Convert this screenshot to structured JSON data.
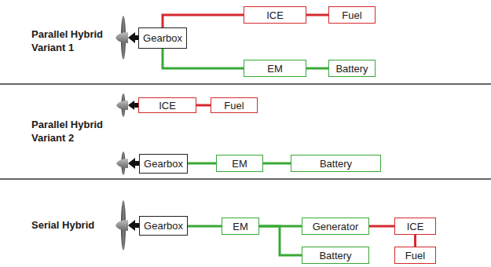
{
  "diagram": {
    "nodes": [
      {
        "text": [
          "ICE"
        ]
      },
      {
        "text": [
          "Fuel"
        ]
      },
      {
        "text": [
          "Gearbox"
        ]
      },
      {
        "text": [
          "EM"
        ]
      },
      {
        "text": [
          "Battery"
        ]
      },
      {
        "text": [
          "ICE"
        ]
      },
      {
        "text": [
          "Fuel"
        ]
      },
      {
        "text": [
          "Gearbox"
        ]
      },
      {
        "text": [
          "EM"
        ]
      },
      {
        "text": [
          "Battery"
        ]
      },
      {
        "text": [
          "Gearbox"
        ]
      },
      {
        "text": [
          "EM"
        ]
      },
      {
        "text": [
          "Generator"
        ]
      },
      {
        "text": [
          "ICE"
        ]
      },
      {
        "text": [
          "Battery"
        ]
      },
      {
        "text": [
          "Fuel"
        ]
      }
    ],
    "edges": [
      {
        "from": 2,
        "to": 0,
        "arrow": "none"
      },
      {
        "from": 2,
        "to": 3,
        "arrow": "none"
      },
      {
        "from": 0,
        "to": 1,
        "arrow": "none"
      },
      {
        "from": 3,
        "to": 4,
        "arrow": "none"
      },
      {
        "from": 5,
        "to": 6,
        "arrow": "none"
      },
      {
        "from": 7,
        "to": 8,
        "arrow": "none"
      },
      {
        "from": 8,
        "to": 9,
        "arrow": "none"
      },
      {
        "from": 10,
        "to": 11,
        "arrow": "none"
      },
      {
        "from": 11,
        "to": 12,
        "arrow": "none"
      },
      {
        "from": 12,
        "to": 13,
        "arrow": "none"
      },
      {
        "from": 11,
        "to": 14,
        "arrow": "none"
      },
      {
        "from": 13,
        "to": 15,
        "arrow": "none"
      }
    ],
    "labels": [
      "Parallel Hybrid Variant 1",
      "Parallel Hybrid Variant 2",
      "Serial Hybrid"
    ]
  }
}
